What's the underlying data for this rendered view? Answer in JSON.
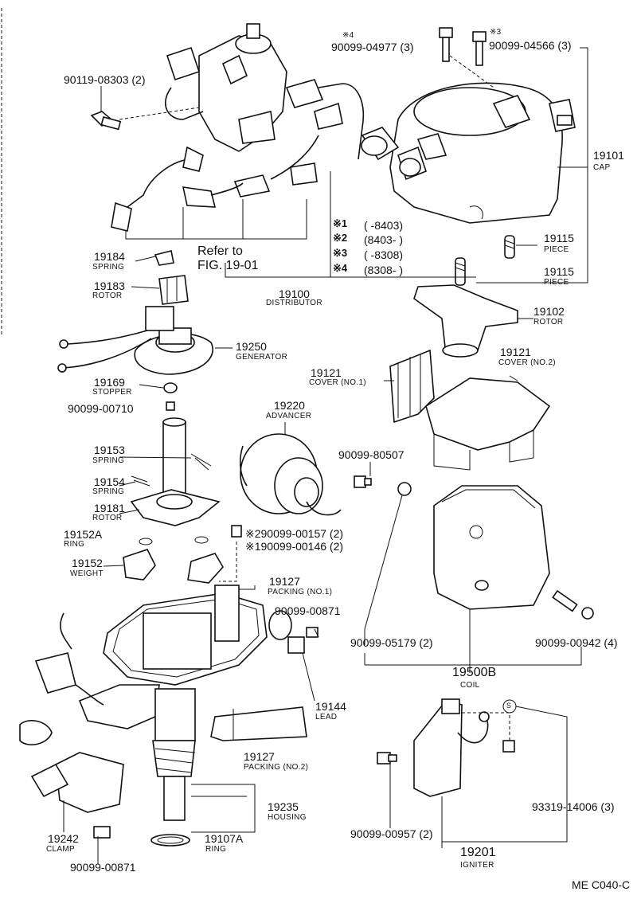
{
  "labels": {
    "l_90099_04977": "90099-04977 (3)",
    "l_90099_04566": "90099-04566 (3)",
    "l_star4": "※4",
    "l_star3": "※3",
    "l_90119_08303": "90119-08303 (2)",
    "l_19101": "19101",
    "l_cap": "CAP",
    "l_r1_mark": "※1",
    "l_r1_range": "(        -8403)",
    "l_r2_mark": "※2",
    "l_r2_range": "(8403-        )",
    "l_r3_mark": "※3",
    "l_r3_range": "(        -8308)",
    "l_r4_mark": "※4",
    "l_r4_range": "(8308-        )",
    "l_19115a": "19115",
    "l_piece_a": "PIECE",
    "l_19115b": "19115",
    "l_piece_b": "PIECE",
    "l_19184": "19184",
    "l_spring1": "SPRING",
    "l_refer": "Refer to",
    "l_fig": "FIG. 19-01",
    "l_19183": "19183",
    "l_rotor1": "ROTOR",
    "l_19100": "19100",
    "l_distributor": "DISTRIBUTOR",
    "l_19102": "19102",
    "l_rotor2": "ROTOR",
    "l_19250": "19250",
    "l_generator": "GENERATOR",
    "l_19121a": "19121",
    "l_cover2": "COVER (NO.2)",
    "l_19121b": "19121",
    "l_cover1": "COVER (NO.1)",
    "l_19169": "19169",
    "l_stopper": "STOPPER",
    "l_90099_00710": "90099-00710",
    "l_19220": "19220",
    "l_advancer": "ADVANCER",
    "l_19153": "19153",
    "l_spring2": "SPRING",
    "l_90099_80507": "90099-80507",
    "l_19154": "19154",
    "l_spring3": "SPRING",
    "l_19181": "19181",
    "l_rotor3": "ROTOR",
    "l_19152A": "19152A",
    "l_ring1": "RING",
    "l_s2_part": "※290099-00157 (2)",
    "l_s1_part": "※190099-00146 (2)",
    "l_19152": "19152",
    "l_weight": "WEIGHT",
    "l_19127a": "19127",
    "l_packing1": "PACKING (NO.1)",
    "l_90099_00871a": "90099-00871",
    "l_90099_05179": "90099-05179 (2)",
    "l_90099_00942": "90099-00942 (4)",
    "l_19500B": "19500B",
    "l_coil": "COIL",
    "l_19144": "19144",
    "l_lead": "LEAD",
    "l_s_mark": "S",
    "l_19127b": "19127",
    "l_packing2": "PACKING (NO.2)",
    "l_93319": "93319-14006 (3)",
    "l_19235": "19235",
    "l_housing": "HOUSING",
    "l_90099_00957": "90099-00957 (2)",
    "l_19242": "19242",
    "l_clamp": "CLAMP",
    "l_19107A": "19107A",
    "l_ring2": "RING",
    "l_90099_00871b": "90099-00871",
    "l_19201": "19201",
    "l_igniter": "IGNITER",
    "l_code": "ME C040-C"
  }
}
